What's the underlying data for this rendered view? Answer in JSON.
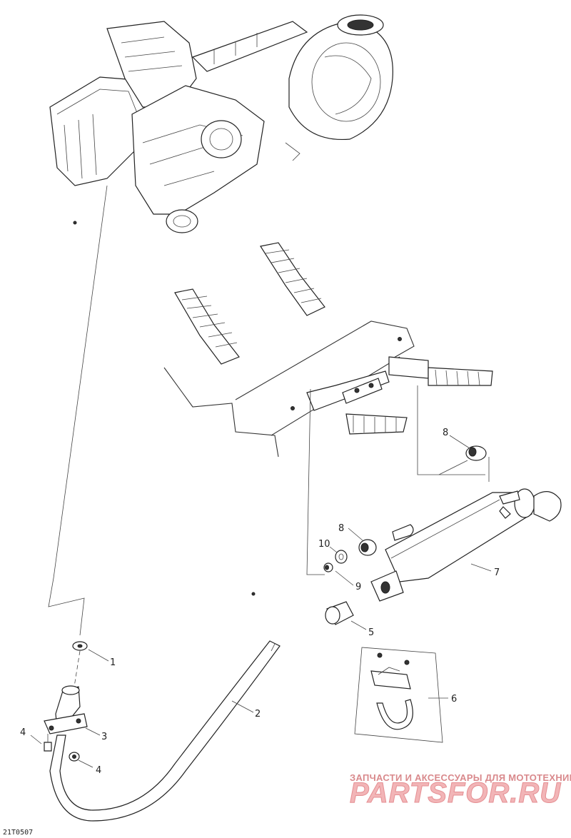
{
  "callouts": [
    {
      "id": "c1",
      "label": "1"
    },
    {
      "id": "c2",
      "label": "2"
    },
    {
      "id": "c3",
      "label": "3"
    },
    {
      "id": "c4a",
      "label": "4"
    },
    {
      "id": "c4b",
      "label": "4"
    },
    {
      "id": "c5",
      "label": "5"
    },
    {
      "id": "c6",
      "label": "6"
    },
    {
      "id": "c7",
      "label": "7"
    },
    {
      "id": "c8a",
      "label": "8"
    },
    {
      "id": "c8b",
      "label": "8"
    },
    {
      "id": "c9",
      "label": "9"
    },
    {
      "id": "c10",
      "label": "10"
    }
  ],
  "drawing_ref": "21T0507",
  "watermark": {
    "tagline": "ЗАПЧАСТИ И АКСЕССУАРЫ ДЛЯ МОТОТЕХНИКИ",
    "logo": "PARTSFOR.RU"
  },
  "colors": {
    "line": "#333333",
    "watermark": "#e58f93"
  }
}
